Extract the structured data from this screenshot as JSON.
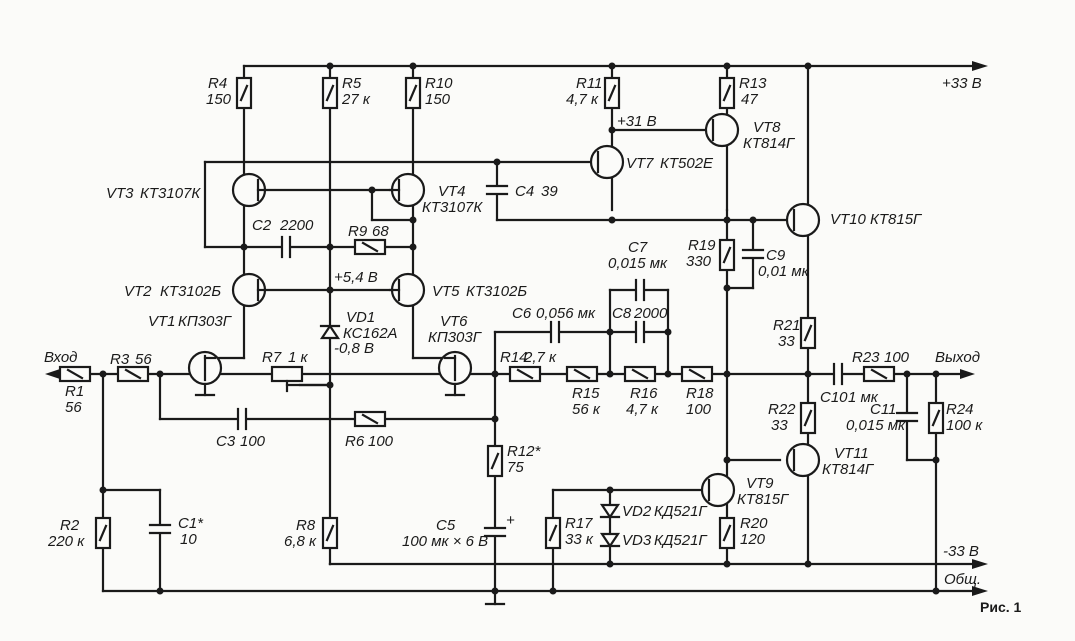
{
  "figure_caption": "Рис. 1",
  "rails": {
    "positive": "+33 В",
    "negative": "-33 В",
    "common": "Общ.",
    "input": "Вход",
    "output": "Выход"
  },
  "voltages": {
    "v_31": "+31 В",
    "v_54": "+5,4 В",
    "v_08": "-0,8 В"
  },
  "resistors": {
    "R1": {
      "name": "R1",
      "value": "56"
    },
    "R2": {
      "name": "R2",
      "value": "220 к"
    },
    "R3": {
      "name": "R3",
      "value": "56"
    },
    "R4": {
      "name": "R4",
      "value": "150"
    },
    "R5": {
      "name": "R5",
      "value": "27 к"
    },
    "R6": {
      "name": "R6",
      "value": "100"
    },
    "R7": {
      "name": "R7",
      "value": "1 к"
    },
    "R8": {
      "name": "R8",
      "value": "6,8 к"
    },
    "R9": {
      "name": "R9",
      "value": "68"
    },
    "R10": {
      "name": "R10",
      "value": "150"
    },
    "R11": {
      "name": "R11",
      "value": "4,7 к"
    },
    "R12": {
      "name": "R12*",
      "value": "75"
    },
    "R13": {
      "name": "R13",
      "value": "47"
    },
    "R14": {
      "name": "R14",
      "value": "2,7 к"
    },
    "R15": {
      "name": "R15",
      "value": "56 к"
    },
    "R16": {
      "name": "R16",
      "value": "4,7 к"
    },
    "R17": {
      "name": "R17",
      "value": "33 к"
    },
    "R18": {
      "name": "R18",
      "value": "100"
    },
    "R19": {
      "name": "R19",
      "value": "330"
    },
    "R20": {
      "name": "R20",
      "value": "120"
    },
    "R21": {
      "name": "R21",
      "value": "33"
    },
    "R22": {
      "name": "R22",
      "value": "33"
    },
    "R23": {
      "name": "R23",
      "value": "100"
    },
    "R24": {
      "name": "R24",
      "value": "100 к"
    }
  },
  "capacitors": {
    "C1": {
      "name": "C1*",
      "value": "10"
    },
    "C2": {
      "name": "C2",
      "value": "2200"
    },
    "C3": {
      "name": "C3",
      "value": "100"
    },
    "C4": {
      "name": "C4",
      "value": "39"
    },
    "C5": {
      "name": "C5",
      "value": "100 мк × 6 В"
    },
    "C6": {
      "name": "C6",
      "value": "0,056 мк"
    },
    "C7": {
      "name": "C7",
      "value": "0,015 мк"
    },
    "C8": {
      "name": "C8",
      "value": "2000"
    },
    "C9": {
      "name": "C9",
      "value": "0,01 мк"
    },
    "C10": {
      "name": "C10",
      "value": "1 мк"
    },
    "C11": {
      "name": "C11",
      "value": "0,015 мк"
    }
  },
  "transistors": {
    "VT1": {
      "name": "VT1",
      "type": "КП303Г"
    },
    "VT2": {
      "name": "VT2",
      "type": "КТ3102Б"
    },
    "VT3": {
      "name": "VT3",
      "type": "КТ3107К"
    },
    "VT4": {
      "name": "VT4",
      "type": "КТ3107К"
    },
    "VT5": {
      "name": "VT5",
      "type": "КТ3102Б"
    },
    "VT6": {
      "name": "VT6",
      "type": "КП303Г"
    },
    "VT7": {
      "name": "VT7",
      "type": "КТ502Е"
    },
    "VT8": {
      "name": "VT8",
      "type": "КТ814Г"
    },
    "VT9": {
      "name": "VT9",
      "type": "КТ815Г"
    },
    "VT10": {
      "name": "VT10",
      "type": "КТ815Г"
    },
    "VT11": {
      "name": "VT11",
      "type": "КТ814Г"
    }
  },
  "diodes": {
    "VD1": {
      "name": "VD1",
      "type": "КС162А"
    },
    "VD2": {
      "name": "VD2",
      "type": "КД521Г"
    },
    "VD3": {
      "name": "VD3",
      "type": "КД521Г"
    }
  }
}
